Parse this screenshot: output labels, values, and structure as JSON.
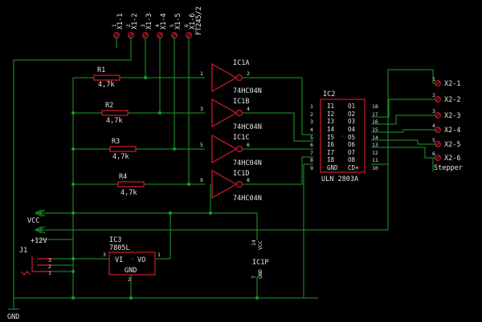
{
  "connector_x1": {
    "pins": [
      "X1-1",
      "X1-2",
      "X1-3",
      "X1-4",
      "X1-5",
      "X1-6"
    ],
    "pin_numbers": [
      "1",
      "2",
      "3",
      "4",
      "5",
      "6"
    ],
    "part_value": "FT245/2"
  },
  "resistors": [
    {
      "name": "R1",
      "value": "4,7k"
    },
    {
      "name": "R2",
      "value": "4,7k"
    },
    {
      "name": "R3",
      "value": "4,7k"
    },
    {
      "name": "R4",
      "value": "4,7k"
    }
  ],
  "inverters": [
    {
      "name": "IC1A",
      "type": "74HC04N",
      "in_pin": "1",
      "out_pin": "2"
    },
    {
      "name": "IC1B",
      "type": "74HC04N",
      "in_pin": "3",
      "out_pin": "4"
    },
    {
      "name": "IC1C",
      "type": "74HC04N",
      "in_pin": "5",
      "out_pin": "6"
    },
    {
      "name": "IC1D",
      "type": "74HC04N",
      "in_pin": "9",
      "out_pin": "8"
    }
  ],
  "ic2": {
    "name": "IC2",
    "type": "ULN 2803A",
    "left_labels": [
      "I1",
      "I2",
      "I3",
      "I4",
      "I5",
      "I6",
      "I7",
      "I8",
      "GND"
    ],
    "left_pins": [
      "1",
      "2",
      "3",
      "4",
      "5",
      "6",
      "7",
      "8",
      "9"
    ],
    "right_labels": [
      "O1",
      "O2",
      "O3",
      "O4",
      "O5",
      "O6",
      "O7",
      "O8",
      "CD+"
    ],
    "right_pins": [
      "18",
      "17",
      "16",
      "15",
      "14",
      "13",
      "12",
      "11",
      "10"
    ]
  },
  "connector_x2": {
    "pins": [
      "X2-1",
      "X2-2",
      "X2-3",
      "X2-4",
      "X2-5",
      "X2-6"
    ],
    "pin_numbers": [
      "1",
      "2",
      "3",
      "4",
      "5",
      "6"
    ],
    "part_value": "Stepper"
  },
  "ic3": {
    "name": "IC3",
    "type": "7805L",
    "vi": "VI",
    "vo": "VO",
    "gnd": "GND",
    "pin_in": "3",
    "pin_out": "1",
    "pin_gnd": "2"
  },
  "ic1p": {
    "name": "IC1P",
    "vcc": "VCC",
    "gnd": "GND",
    "pin_vcc": "14",
    "pin_gnd": "7"
  },
  "j1": {
    "name": "J1",
    "pins": [
      "3",
      "2",
      "1"
    ]
  },
  "supply": {
    "vcc": "VCC",
    "v12": "+12V",
    "gnd": "GND"
  },
  "colors": {
    "background": "#000000",
    "wire": "#1e9b2a",
    "part": "#b4182a",
    "text": "#e4e4e4"
  }
}
